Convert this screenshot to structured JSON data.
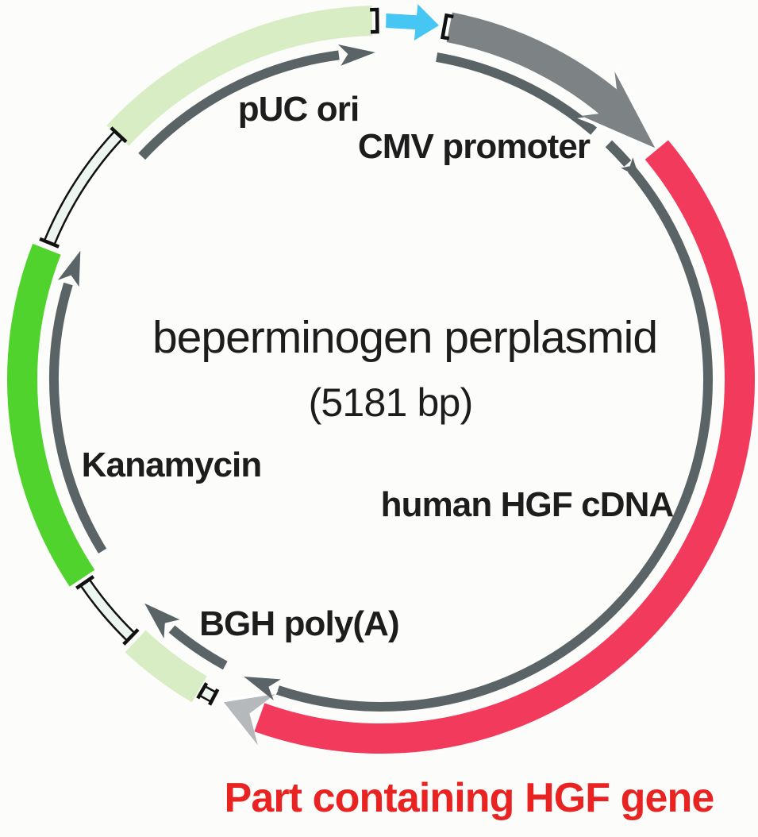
{
  "title": {
    "name": "beperminogen perplasmid",
    "size": "(5181 bp)"
  },
  "labels": {
    "puc_ori": "pUC ori",
    "cmv_promoter": "CMV promoter",
    "kanamycin": "Kanamycin",
    "human_hgf_cdna": "human HGF cDNA",
    "bgh_polya": "BGH poly(A)",
    "hgf_part": "Part containing HGF gene"
  },
  "colors": {
    "pale_green": "#d8edc4",
    "green": "#50d42d",
    "red_band": "#f23a5c",
    "red_text": "#e82321",
    "cyan": "#45c6f3",
    "gray_band": "#7d8285",
    "silver": "#b5b9bb",
    "inner_gray": "#5a6365",
    "ink": "#111111",
    "text": "#1d1d1d",
    "white": "#ffffff",
    "connector_fill": "#edf5f1",
    "background": "#fcfcfb"
  }
}
